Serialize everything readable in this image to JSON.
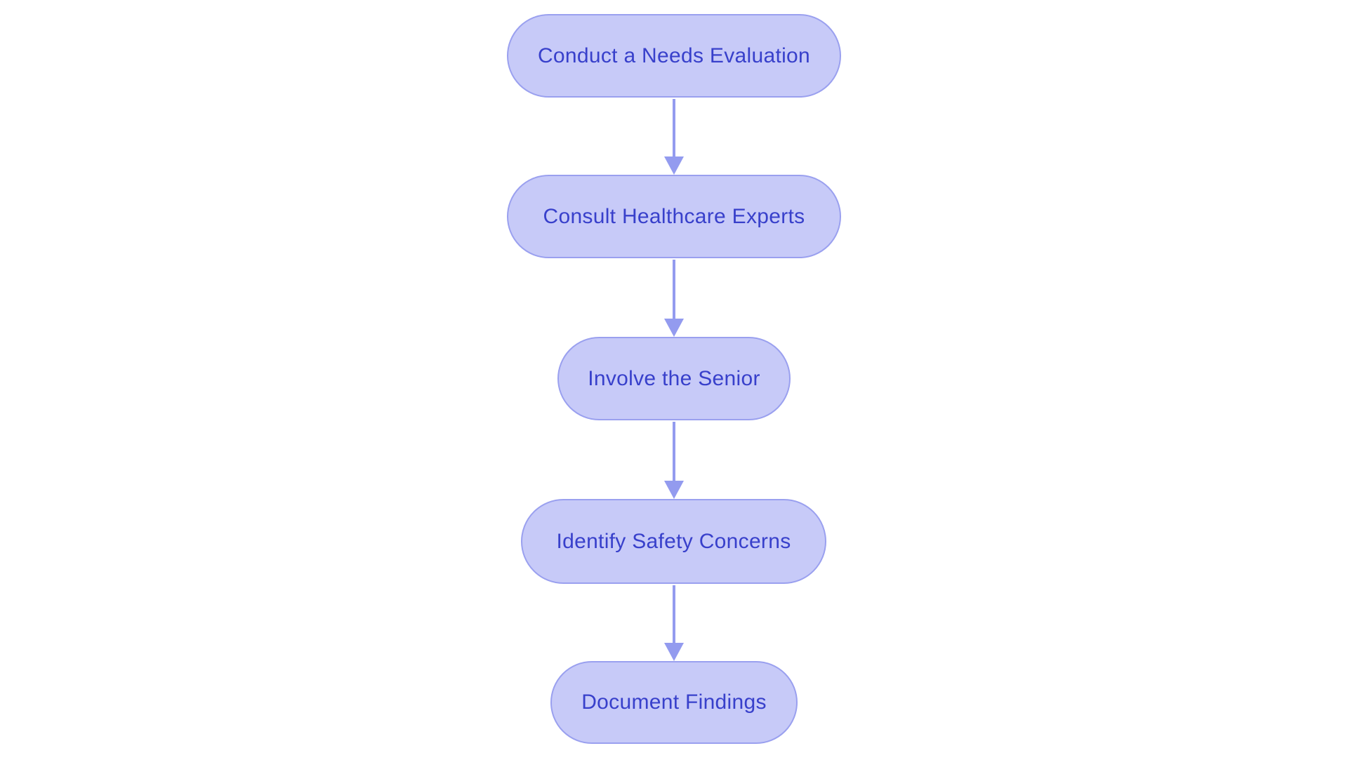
{
  "diagram": {
    "type": "flowchart",
    "direction": "top-down",
    "nodes": [
      {
        "id": "step-1",
        "label": "Conduct a Needs Evaluation"
      },
      {
        "id": "step-2",
        "label": "Consult Healthcare Experts"
      },
      {
        "id": "step-3",
        "label": "Involve the Senior"
      },
      {
        "id": "step-4",
        "label": "Identify Safety Concerns"
      },
      {
        "id": "step-5",
        "label": "Document Findings"
      }
    ],
    "edges": [
      {
        "from": "step-1",
        "to": "step-2"
      },
      {
        "from": "step-2",
        "to": "step-3"
      },
      {
        "from": "step-3",
        "to": "step-4"
      },
      {
        "from": "step-4",
        "to": "step-5"
      }
    ],
    "colors": {
      "background": "#ffffff",
      "node_fill": "#c7caf8",
      "node_border": "#9aa0ef",
      "node_text": "#3840cb",
      "arrow": "#939bef"
    }
  }
}
